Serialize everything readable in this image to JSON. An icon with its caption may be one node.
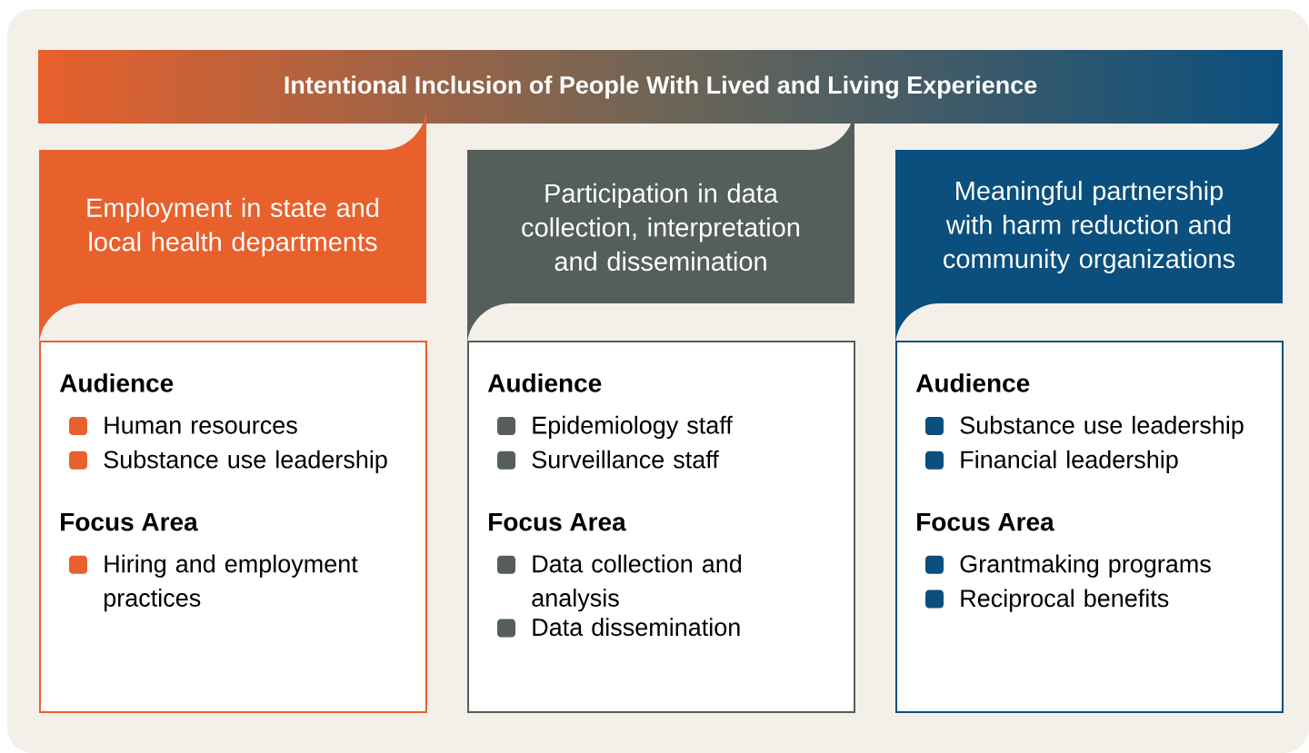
{
  "diagram": {
    "nodes": [
      {
        "text": [
          "Intentional Inclusion of People With Lived and Living Experience"
        ]
      },
      {
        "text": [
          "Employment in state and local health departments"
        ]
      },
      {
        "text": [
          "Participation in data collection, interpretation and dissemination"
        ]
      },
      {
        "text": [
          "Meaningful partnership with harm reduction and community organizations"
        ]
      },
      {
        "text": [
          "Audience",
          "Human resources",
          "Substance use leadership",
          "Focus Area",
          "Hiring and employment practices"
        ]
      },
      {
        "text": [
          "Audience",
          "Epidemiology staff",
          "Surveillance staff",
          "Focus Area",
          "Data collection and analysis",
          "Data dissemination"
        ]
      },
      {
        "text": [
          "Audience",
          "Substance use leadership",
          "Financial leadership",
          "Focus Area",
          "Grantmaking programs",
          "Reciprocal benefits"
        ]
      }
    ]
  }
}
